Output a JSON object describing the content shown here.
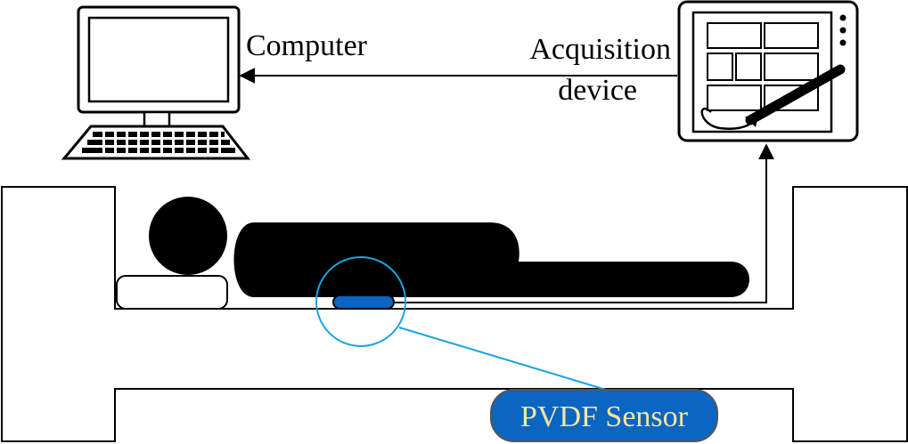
{
  "labels": {
    "computer": "Computer",
    "acquisition_line1": "Acquisition",
    "acquisition_line2": "device",
    "sensor": "PVDF Sensor"
  },
  "colors": {
    "line": "#000000",
    "sensor_fill": "#0A66C2",
    "sensor_label_text": "#F2E6A0",
    "callout": "#1BA3E0",
    "background": "#ffffff"
  },
  "icons": [
    "desktop-computer-icon",
    "tablet-stylus-icon",
    "person-silhouette-icon"
  ]
}
